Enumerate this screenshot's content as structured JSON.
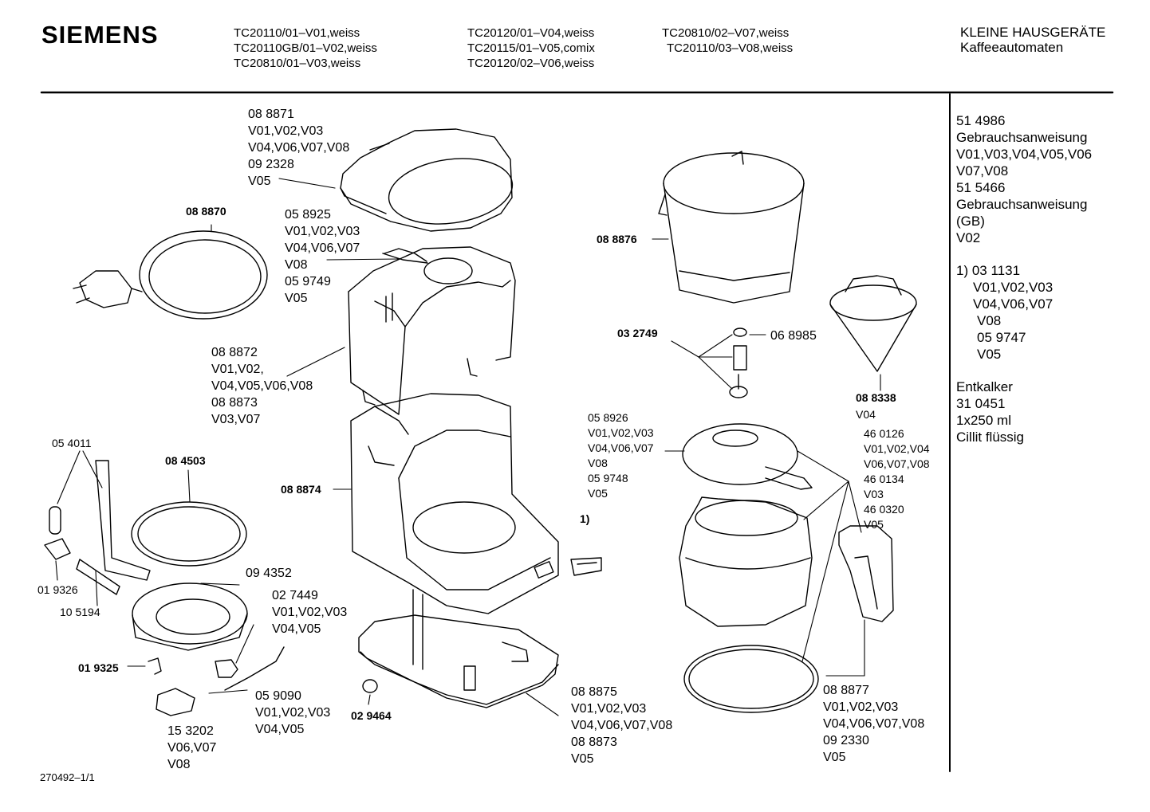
{
  "header": {
    "brand": "SIEMENS",
    "models_col1": [
      "TC20110/01–V01,weiss",
      "TC20110GB/01–V02,weiss",
      "TC20810/01–V03,weiss"
    ],
    "models_col2": [
      "TC20120/01–V04,weiss",
      "TC20115/01–V05,comix",
      "TC20120/02–V06,weiss"
    ],
    "models_col3": [
      "TC20810/02–V07,weiss",
      "TC20110/03–V08,weiss"
    ],
    "category": [
      "KLEINE HAUSGERÄTE",
      "Kaffeeautomaten"
    ]
  },
  "sidebar": {
    "block1": [
      "51 4986",
      "Gebrauchsanweisung",
      "V01,V03,V04,V05,V06",
      "V07,V08",
      "51 5466",
      "Gebrauchsanweisung",
      "(GB)",
      "V02"
    ],
    "block2": [
      "1) 03 1131",
      "V01,V02,V03",
      "V04,V06,V07",
      "V08",
      "05 9747",
      "V05"
    ],
    "block3": [
      "Entkalker",
      "31 0451",
      "1x250 ml",
      "Cillit  flüssig"
    ]
  },
  "labels": {
    "lid": [
      "08 8871",
      "V01,V02,V03",
      "V04,V06,V07,V08",
      "09 2328",
      "V05"
    ],
    "cord": "08 8870",
    "tank_lid": [
      "05 8925",
      "V01,V02,V03",
      "V04,V06,V07",
      "V08",
      "05 9749",
      "V05"
    ],
    "tank": [
      "08 8872",
      "V01,V02,",
      "V04,V05,V06,V08",
      "08 8873",
      "V03,V07"
    ],
    "housing": "08 8874",
    "filter": "08 8876",
    "valve_group": "03 2749",
    "ring": "06 8985",
    "cone": [
      "08 8338",
      "V04"
    ],
    "carafe_lid": [
      "05 8926",
      "V01,V02,V03",
      "V04,V06,V07",
      "V08",
      "05 9748",
      "V05"
    ],
    "carafe": [
      "46 0126",
      "V01,V02,V04",
      "V06,V07,V08",
      "46 0134",
      "V03",
      "46 0320",
      "V05"
    ],
    "switch": "1)",
    "hose": "05 4011",
    "seal": "08 4503",
    "heater": "09 4352",
    "connector": "01 9326",
    "pipe": "10 5194",
    "fuse": [
      "02 7449",
      "V01,V02,V03",
      "V04,V05"
    ],
    "clip": "01 9325",
    "wire": [
      "05 9090",
      "V01,V02,V03",
      "V04,V05"
    ],
    "terminal": [
      "15 3202",
      "V06,V07",
      "V08"
    ],
    "foot": "02 9464",
    "base": [
      "08 8875",
      "V01,V02,V03",
      "V04,V06,V07,V08",
      "08 8873",
      "V05"
    ],
    "handle": [
      "08 8877",
      "V01,V02,V03",
      "V04,V06,V07,V08",
      "09 2330",
      "V05"
    ]
  },
  "footer": "270492–1/1"
}
